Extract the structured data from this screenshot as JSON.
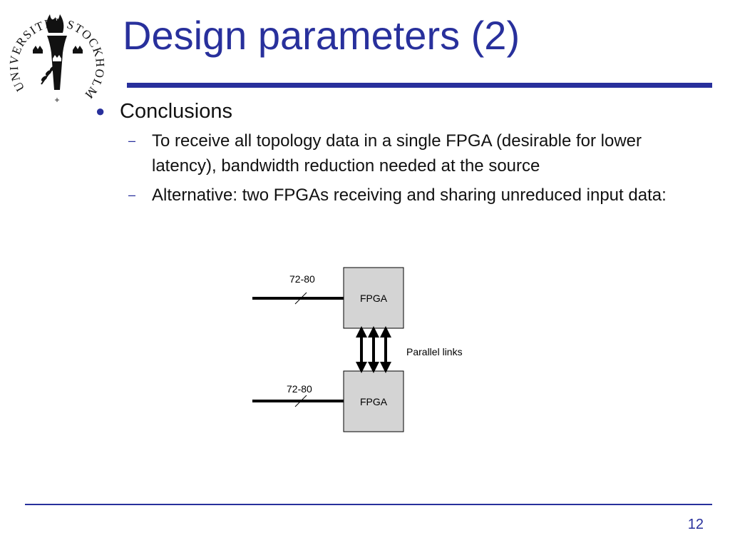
{
  "slide": {
    "title": "Design parameters (2)",
    "page_number": "12"
  },
  "bullets": {
    "level1": "Conclusions",
    "level1_marker": "●",
    "level2_marker": "–",
    "items": [
      "To receive all topology data in a single FPGA (desirable for lower latency), bandwidth reduction needed at the source",
      "Alternative: two FPGAs receiving and sharing unreduced input data:"
    ]
  },
  "diagram": {
    "top_fpga_label": "FPGA",
    "bottom_fpga_label": "FPGA",
    "top_input_label": "72-80",
    "bottom_input_label": "72-80",
    "link_label": "Parallel links",
    "link_count": 3
  },
  "logo": {
    "icon": "stockholm-university-seal-icon",
    "text": "UNIVERSITET STOCKHOLMS"
  },
  "colors": {
    "accent": "#28309c",
    "box_fill": "#d4d4d4"
  }
}
